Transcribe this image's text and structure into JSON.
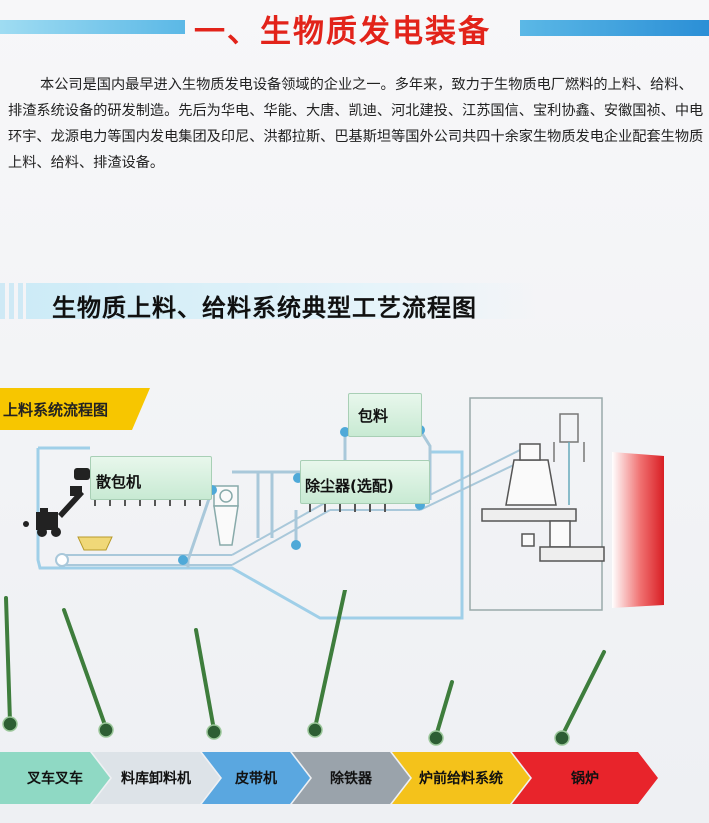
{
  "header": {
    "title": "一、生物质发电装备"
  },
  "intro": {
    "text": "本公司是国内最早进入生物质发电设备领域的企业之一。多年来，致力于生物质电厂燃料的上料、给料、排渣系统设备的研发制造。先后为华电、华能、大唐、凯迪、河北建投、江苏国信、宝利协鑫、安徽国祯、中电环宇、龙源电力等国内发电集团及印尼、洪都拉斯、巴基斯坦等国外公司共四十余家生物质发电企业配套生物质上料、给料、排渣设备。"
  },
  "section": {
    "title": "生物质上料、给料系统典型工艺流程图"
  },
  "diagram": {
    "flow_tag": "上料系统流程图",
    "boxes": {
      "baling": "包料",
      "debaler": "散包机",
      "dust": "除尘器(选配)"
    }
  },
  "steps": [
    {
      "label": "叉车叉车",
      "color": "#8fd9c4"
    },
    {
      "label": "料库卸料机",
      "color": "#dde3e8"
    },
    {
      "label": "皮带机",
      "color": "#5aa7e0"
    },
    {
      "label": "除铁器",
      "color": "#9aa3ab"
    },
    {
      "label": "炉前给料系统",
      "color": "#f4c21b"
    },
    {
      "label": "锅炉",
      "color": "#e8242b"
    }
  ],
  "colors": {
    "title_red": "#e2231a",
    "pipe_blue": "#9fcfe8",
    "pole_green": "#3e7d3c"
  }
}
